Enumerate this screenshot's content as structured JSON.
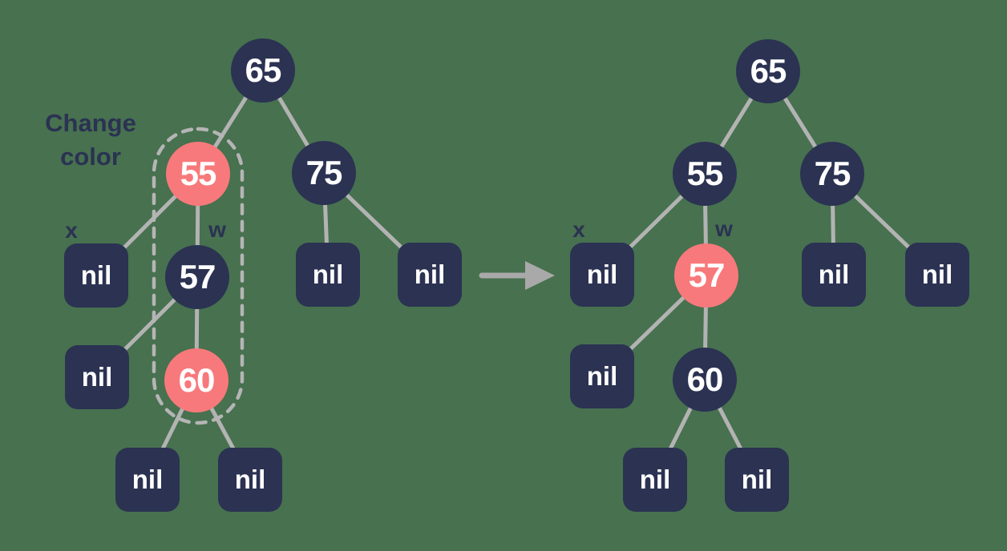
{
  "colors": {
    "background": "#47714f",
    "node_dark": "#2b3252",
    "node_red": "#f8797b",
    "edge": "#b3b3b3",
    "arrow": "#a9a9a9",
    "dashed_outline": "#b5b5b5",
    "node_text": "#ffffff"
  },
  "annotation": {
    "line1": "Change",
    "line2": "color"
  },
  "arrow": {
    "name": "right-arrow",
    "direction": "right"
  },
  "trees": [
    {
      "name": "before",
      "labels": {
        "x": "x",
        "w": "w"
      },
      "nodes": [
        {
          "id": "root",
          "value": "65",
          "color": "dark"
        },
        {
          "id": "left",
          "value": "55",
          "color": "red"
        },
        {
          "id": "right",
          "value": "75",
          "color": "dark"
        },
        {
          "id": "x-nil",
          "value": "nil",
          "color": "dark"
        },
        {
          "id": "w",
          "value": "57",
          "color": "dark"
        },
        {
          "id": "right-left-nil",
          "value": "nil",
          "color": "dark"
        },
        {
          "id": "right-right-nil",
          "value": "nil",
          "color": "dark"
        },
        {
          "id": "w-left-nil",
          "value": "nil",
          "color": "dark"
        },
        {
          "id": "w-right",
          "value": "60",
          "color": "red"
        },
        {
          "id": "60-left-nil",
          "value": "nil",
          "color": "dark"
        },
        {
          "id": "60-right-nil",
          "value": "nil",
          "color": "dark"
        }
      ]
    },
    {
      "name": "after",
      "labels": {
        "x": "x",
        "w": "w"
      },
      "nodes": [
        {
          "id": "root",
          "value": "65",
          "color": "dark"
        },
        {
          "id": "left",
          "value": "55",
          "color": "dark"
        },
        {
          "id": "right",
          "value": "75",
          "color": "dark"
        },
        {
          "id": "x-nil",
          "value": "nil",
          "color": "dark"
        },
        {
          "id": "w",
          "value": "57",
          "color": "red"
        },
        {
          "id": "right-left-nil",
          "value": "nil",
          "color": "dark"
        },
        {
          "id": "right-right-nil",
          "value": "nil",
          "color": "dark"
        },
        {
          "id": "w-left-nil",
          "value": "nil",
          "color": "dark"
        },
        {
          "id": "w-right",
          "value": "60",
          "color": "dark"
        },
        {
          "id": "60-left-nil",
          "value": "nil",
          "color": "dark"
        },
        {
          "id": "60-right-nil",
          "value": "nil",
          "color": "dark"
        }
      ]
    }
  ]
}
